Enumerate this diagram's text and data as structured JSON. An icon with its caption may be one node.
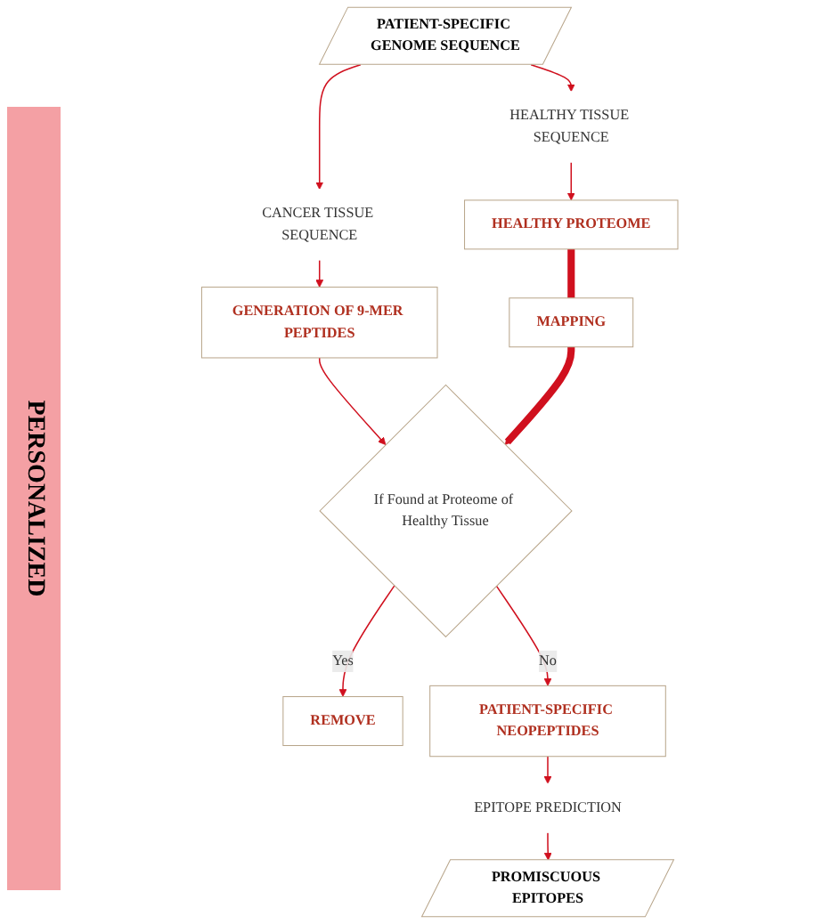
{
  "diagram": {
    "nodes": [
      {
        "text": [
          "PATIENT-SPECIFIC GENOME SEQUENCE"
        ]
      },
      {
        "text": [
          "CANCER TISSUE SEQUENCE"
        ]
      },
      {
        "text": [
          "HEALTHY TISSUE SEQUENCE"
        ]
      },
      {
        "text": [
          "GENERATION OF 9-MER PEPTIDES"
        ]
      },
      {
        "text": [
          "HEALTHY PROTEOME"
        ]
      },
      {
        "text": [
          "MAPPING"
        ]
      },
      {
        "text": [
          "If Found at Proteome of Healthy Tissue"
        ]
      },
      {
        "text": [
          "REMOVE"
        ]
      },
      {
        "text": [
          "PATIENT-SPECIFIC NEOPEPTIDES"
        ]
      },
      {
        "text": [
          "EPITOPE PREDICTION"
        ]
      },
      {
        "text": [
          "PROMISCUOUS EPITOPES"
        ]
      }
    ],
    "edges": [
      {
        "from": 0,
        "to": 1,
        "arrow": "to"
      },
      {
        "from": 0,
        "to": 2,
        "arrow": "to"
      },
      {
        "from": 1,
        "to": 3,
        "arrow": "to"
      },
      {
        "from": 2,
        "to": 4,
        "arrow": "to"
      },
      {
        "from": 3,
        "to": 6,
        "arrow": "to"
      },
      {
        "from": 4,
        "to": 5,
        "arrow": "none",
        "style": "thick"
      },
      {
        "from": 5,
        "to": 6,
        "arrow": "to",
        "style": "thick"
      },
      {
        "from": 6,
        "to": 7,
        "label": "Yes",
        "arrow": "to"
      },
      {
        "from": 6,
        "to": 8,
        "label": "No",
        "arrow": "to"
      },
      {
        "from": 8,
        "to": 9,
        "arrow": "to"
      },
      {
        "from": 9,
        "to": 10,
        "arrow": "to"
      }
    ],
    "labels": [
      "PERSONALIZED"
    ]
  }
}
